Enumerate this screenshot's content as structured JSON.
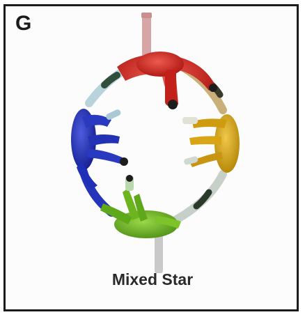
{
  "panel": {
    "letter": "G",
    "caption": "Mixed Star"
  },
  "colors": {
    "frame": "#1b1b1b",
    "red": "#c9241d",
    "blue": "#1f2fb8",
    "yellow": "#d9a514",
    "green": "#6cb51e",
    "linker_light": "#a9c9d4",
    "linker_pink": "#d6a6a6",
    "stem_gray": "#c9c9c9"
  },
  "components": [
    {
      "name": "red-unit",
      "color_key": "red"
    },
    {
      "name": "blue-unit",
      "color_key": "blue"
    },
    {
      "name": "yellow-unit",
      "color_key": "yellow"
    },
    {
      "name": "green-unit",
      "color_key": "green"
    }
  ]
}
